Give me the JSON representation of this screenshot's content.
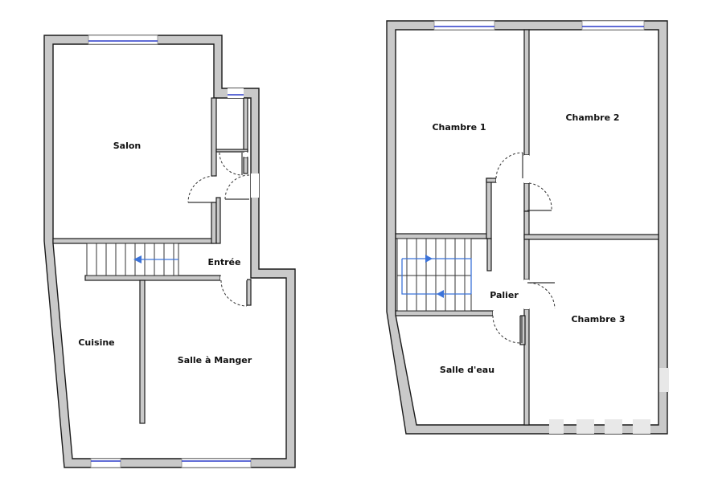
{
  "floor_plans": [
    {
      "rooms": [
        {
          "id": "salon",
          "label": "Salon"
        },
        {
          "id": "entree",
          "label": "Entrée"
        },
        {
          "id": "cuisine",
          "label": "Cuisine"
        },
        {
          "id": "salle-a-manger",
          "label": "Salle à Manger"
        }
      ]
    },
    {
      "rooms": [
        {
          "id": "chambre-1",
          "label": "Chambre 1"
        },
        {
          "id": "chambre-2",
          "label": "Chambre 2"
        },
        {
          "id": "chambre-3",
          "label": "Chambre 3"
        },
        {
          "id": "palier",
          "label": "Palier"
        },
        {
          "id": "salle-d-eau",
          "label": "Salle d'eau"
        }
      ]
    }
  ],
  "colors": {
    "wall_fill": "#c9c9c9",
    "wall_outline": "#1a1a1a",
    "window": "#2b3bc9",
    "stair_arrow": "#3c73d9",
    "door_swing": "#333333"
  }
}
